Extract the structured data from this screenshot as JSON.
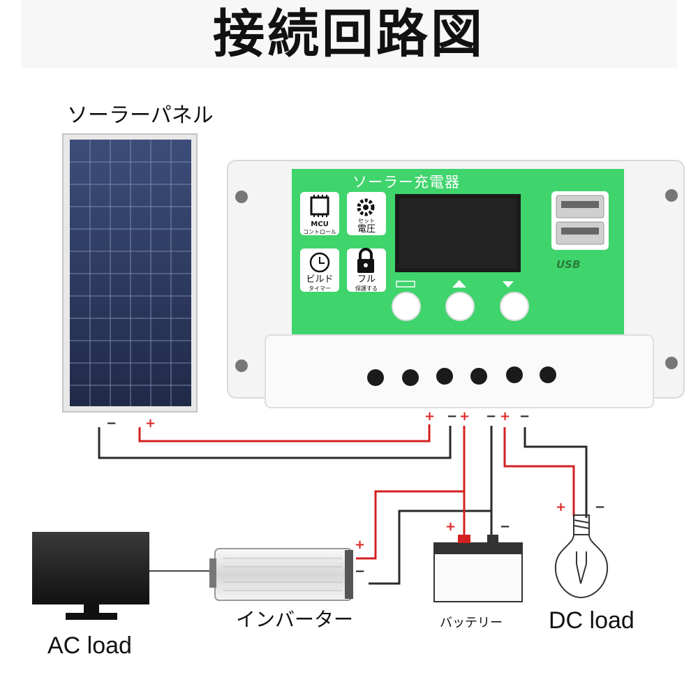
{
  "title": "接続回路図",
  "labels": {
    "solar_panel": "ソーラーパネル",
    "controller": "ソーラー充電器",
    "inverter": "インバーター",
    "battery": "バッテリー",
    "ac_load": "AC load",
    "dc_load": "DC load"
  },
  "controller_icons": {
    "mcu": {
      "top": "MCU",
      "caption": "コントロール"
    },
    "set_voltage": {
      "top": "セット",
      "caption": "電圧"
    },
    "timer": {
      "top": "ビルド",
      "caption": "タイマー"
    },
    "protect": {
      "top": "フル",
      "caption": "保護する"
    }
  },
  "usb_label": "USB",
  "signs": {
    "plus": "+",
    "minus": "−"
  },
  "colors": {
    "positive_wire": "#d32020",
    "negative_wire": "#2a2a2a",
    "controller_face": "#3dd36a",
    "controller_body": "#f3f3f3"
  }
}
